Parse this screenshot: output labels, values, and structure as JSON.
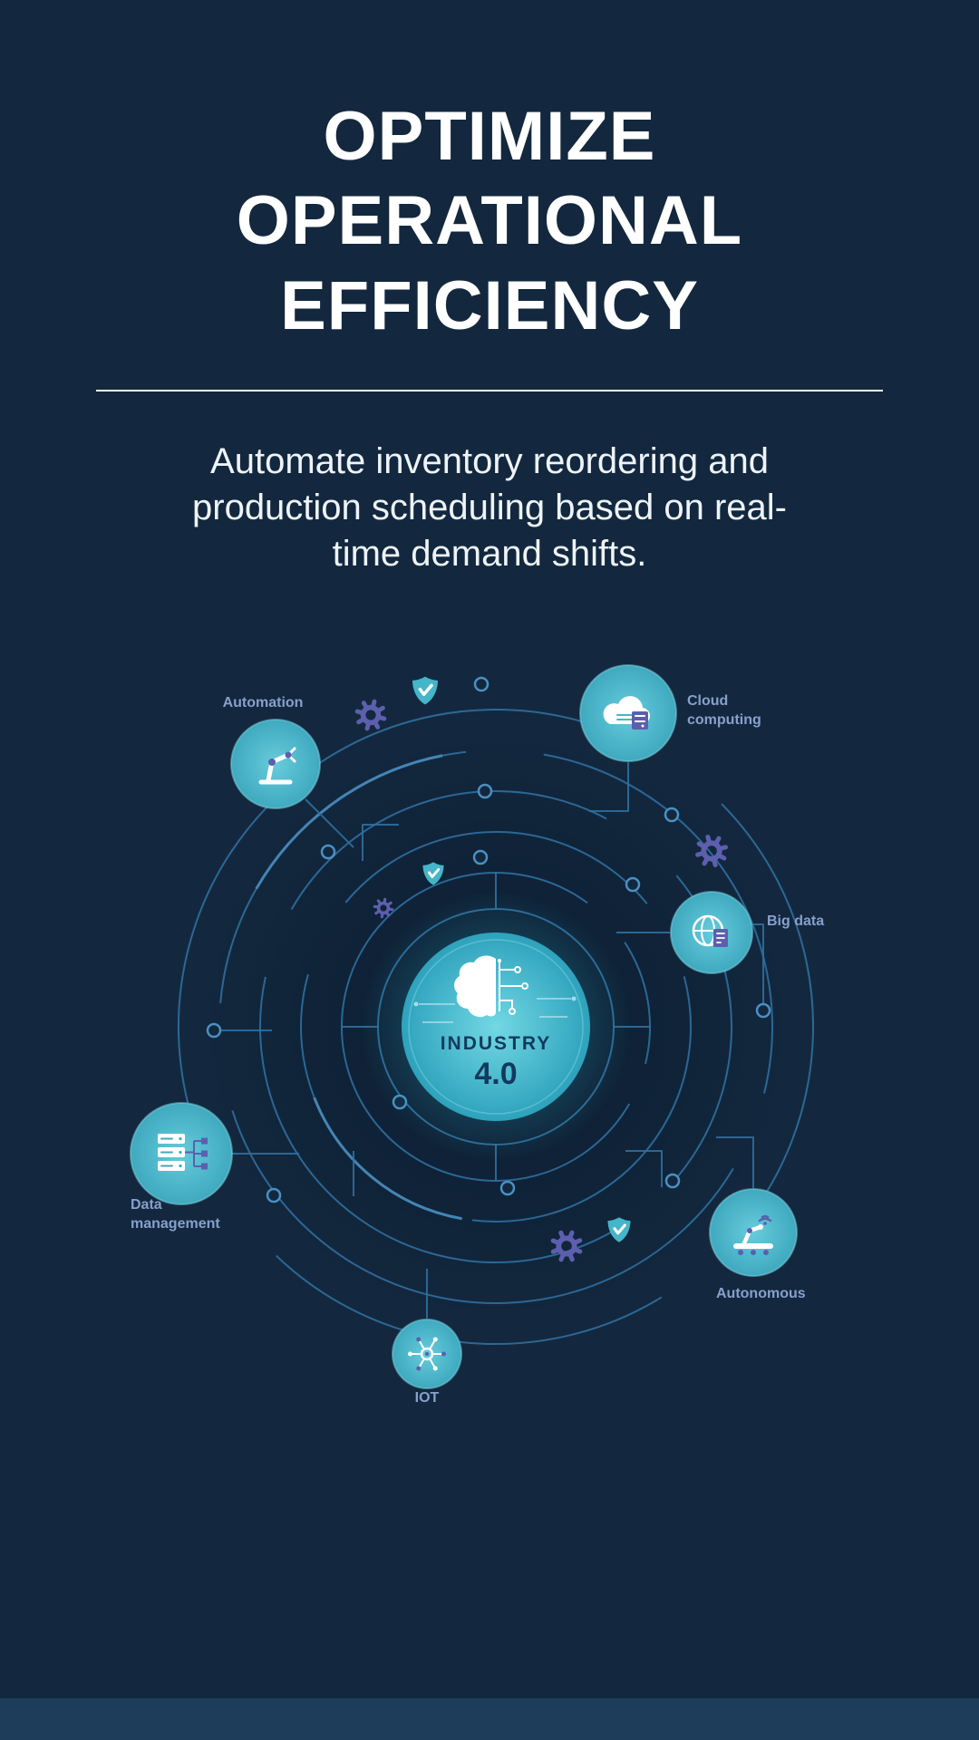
{
  "page": {
    "background_color": "#13283e",
    "footer_color": "#1e3d5a"
  },
  "header": {
    "title": "OPTIMIZE OPERATIONAL EFFICIENCY",
    "subtitle": "Automate inventory reordering and production scheduling based on real-time demand shifts."
  },
  "diagram": {
    "center": {
      "title": "INDUSTRY",
      "version": "4.0"
    },
    "nodes": [
      {
        "id": "automation",
        "lines": [
          "Automation"
        ]
      },
      {
        "id": "cloud-computing",
        "lines": [
          "Cloud",
          "computing"
        ]
      },
      {
        "id": "big-data",
        "lines": [
          "Big data"
        ]
      },
      {
        "id": "data-management",
        "lines": [
          "Data",
          "management"
        ]
      },
      {
        "id": "autonomous",
        "lines": [
          "Autonomous"
        ]
      },
      {
        "id": "iot",
        "lines": [
          "IOT"
        ]
      }
    ],
    "icons": [
      "brain-circuit-icon",
      "robot-arm-icon",
      "cloud-server-icon",
      "globe-document-icon",
      "server-stack-icon",
      "conveyor-robot-icon",
      "iot-network-icon",
      "gear-icon",
      "shield-check-icon",
      "circuit-node-icon"
    ],
    "colors": {
      "node_fill": "#4db7cb",
      "ring_stroke": "#2f6f9f",
      "ring_accent": "#4a90c2",
      "label_text": "#87a0cc",
      "accent_purple": "#5d5fae",
      "shield_teal": "#45b5c9",
      "center_text": "#123a5e",
      "glow": "#2fb4cc"
    }
  }
}
